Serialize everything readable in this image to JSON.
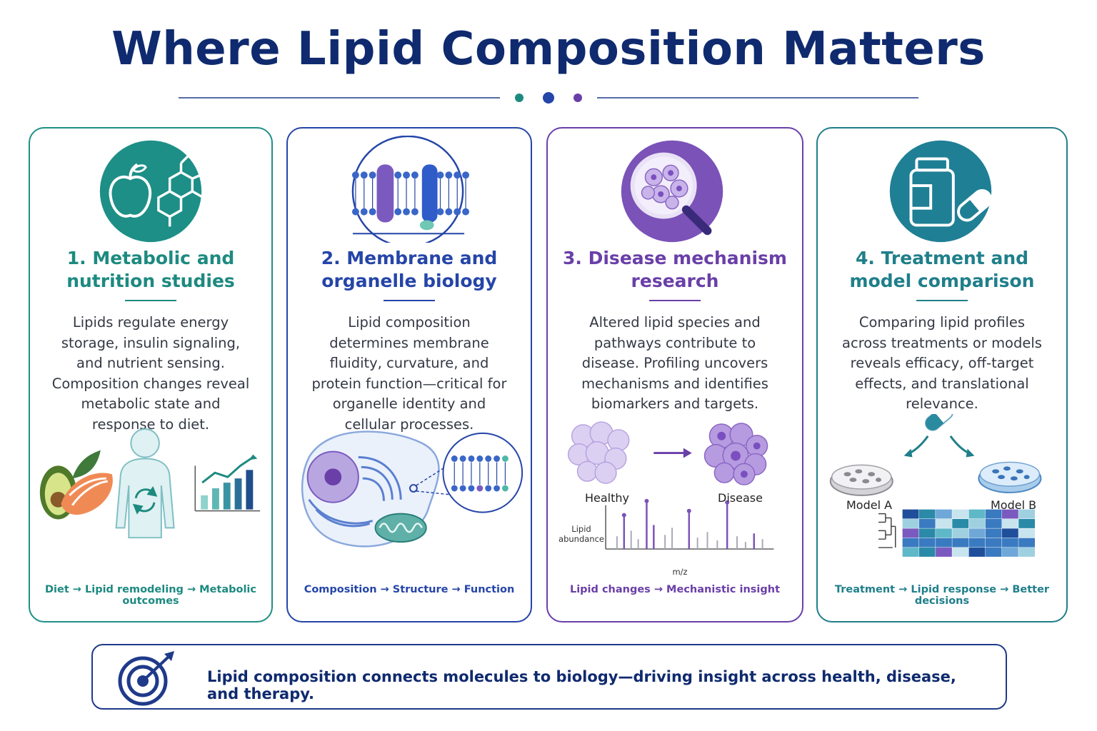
{
  "title": "Where Lipid Composition Matters",
  "colors": {
    "navy": "#0f2a6e",
    "teal": "#1d8a80",
    "blue": "#2545a8",
    "purple": "#6a3fa8",
    "deep_teal": "#1f7f8a"
  },
  "cards": [
    {
      "heading": "1. Metabolic and nutrition studies",
      "body": "Lipids regulate energy storage, insulin signaling, and nutrient sensing. Composition changes reveal metabolic state and response to diet.",
      "flow": "Diet → Lipid remodeling → Metabolic outcomes",
      "icon": "apple-molecule-icon"
    },
    {
      "heading": "2. Membrane and organelle biology",
      "body": "Lipid composition determines membrane fluidity, curvature, and protein function—critical for organelle identity and cellular processes.",
      "flow": "Composition → Structure → Function",
      "icon": "lipid-bilayer-icon"
    },
    {
      "heading": "3. Disease mechanism research",
      "body": "Altered lipid species and pathways contribute to disease. Profiling uncovers mechanisms and identifies biomarkers and targets.",
      "flow": "Lipid changes → Mechanistic insight",
      "icon": "magnifier-cells-icon",
      "labels": {
        "healthy": "Healthy",
        "disease": "Disease",
        "y_axis": "Lipid abundance",
        "x_axis": "m/z"
      }
    },
    {
      "heading": "4. Treatment and model comparison",
      "body": "Comparing lipid profiles across treatments or models reveals efficacy, off-target effects, and translational relevance.",
      "flow": "Treatment → Lipid response → Better decisions",
      "icon": "pill-bottle-icon",
      "labels": {
        "model_a": "Model A",
        "model_b": "Model B"
      }
    }
  ],
  "banner": {
    "message": "Lipid composition connects molecules to biology—driving insight across health, disease, and therapy.",
    "icon": "target-arrow-icon"
  }
}
